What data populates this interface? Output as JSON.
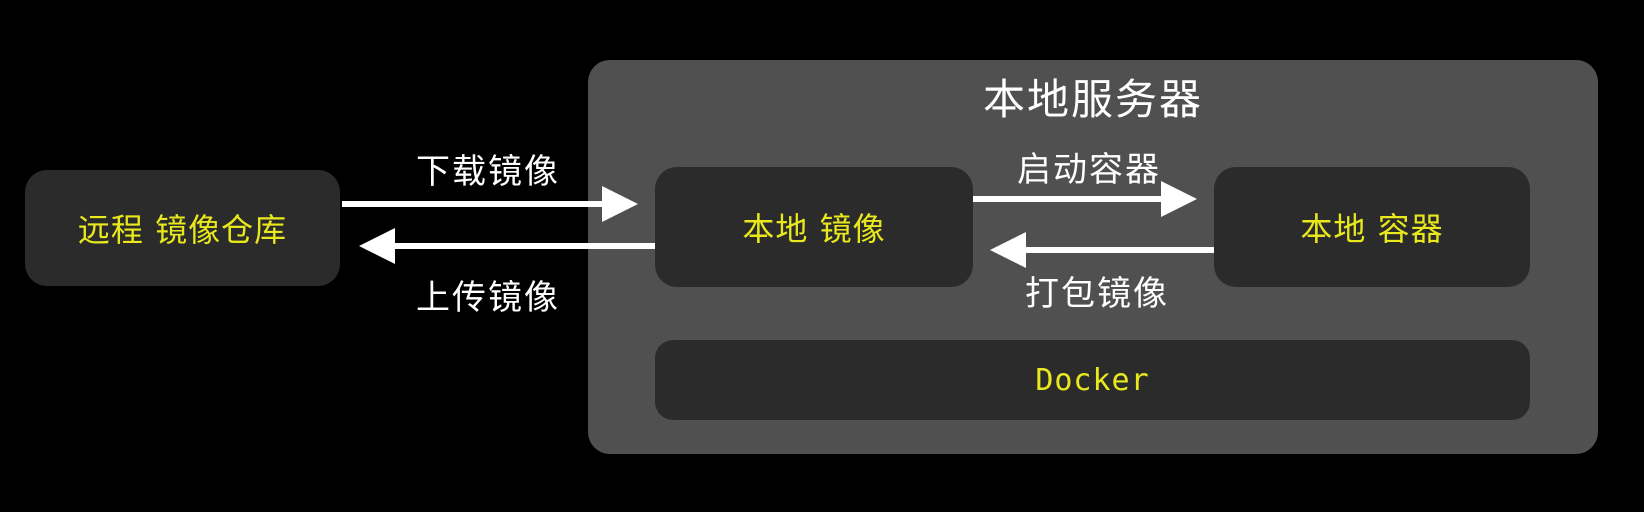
{
  "diagram": {
    "server_title": "本地服务器",
    "nodes": {
      "remote_repo": "远程 镜像仓库",
      "local_image": "本地 镜像",
      "local_container": "本地 容器",
      "docker": "Docker"
    },
    "edges": {
      "download": "下载镜像",
      "upload": "上传镜像",
      "start_container": "启动容器",
      "pack_image": "打包镜像"
    }
  },
  "colors": {
    "background": "#000000",
    "server_panel": "#505050",
    "node_fill": "#2b2b2b",
    "node_text": "#e8e81c",
    "label_text": "#ffffff",
    "arrow": "#ffffff"
  }
}
